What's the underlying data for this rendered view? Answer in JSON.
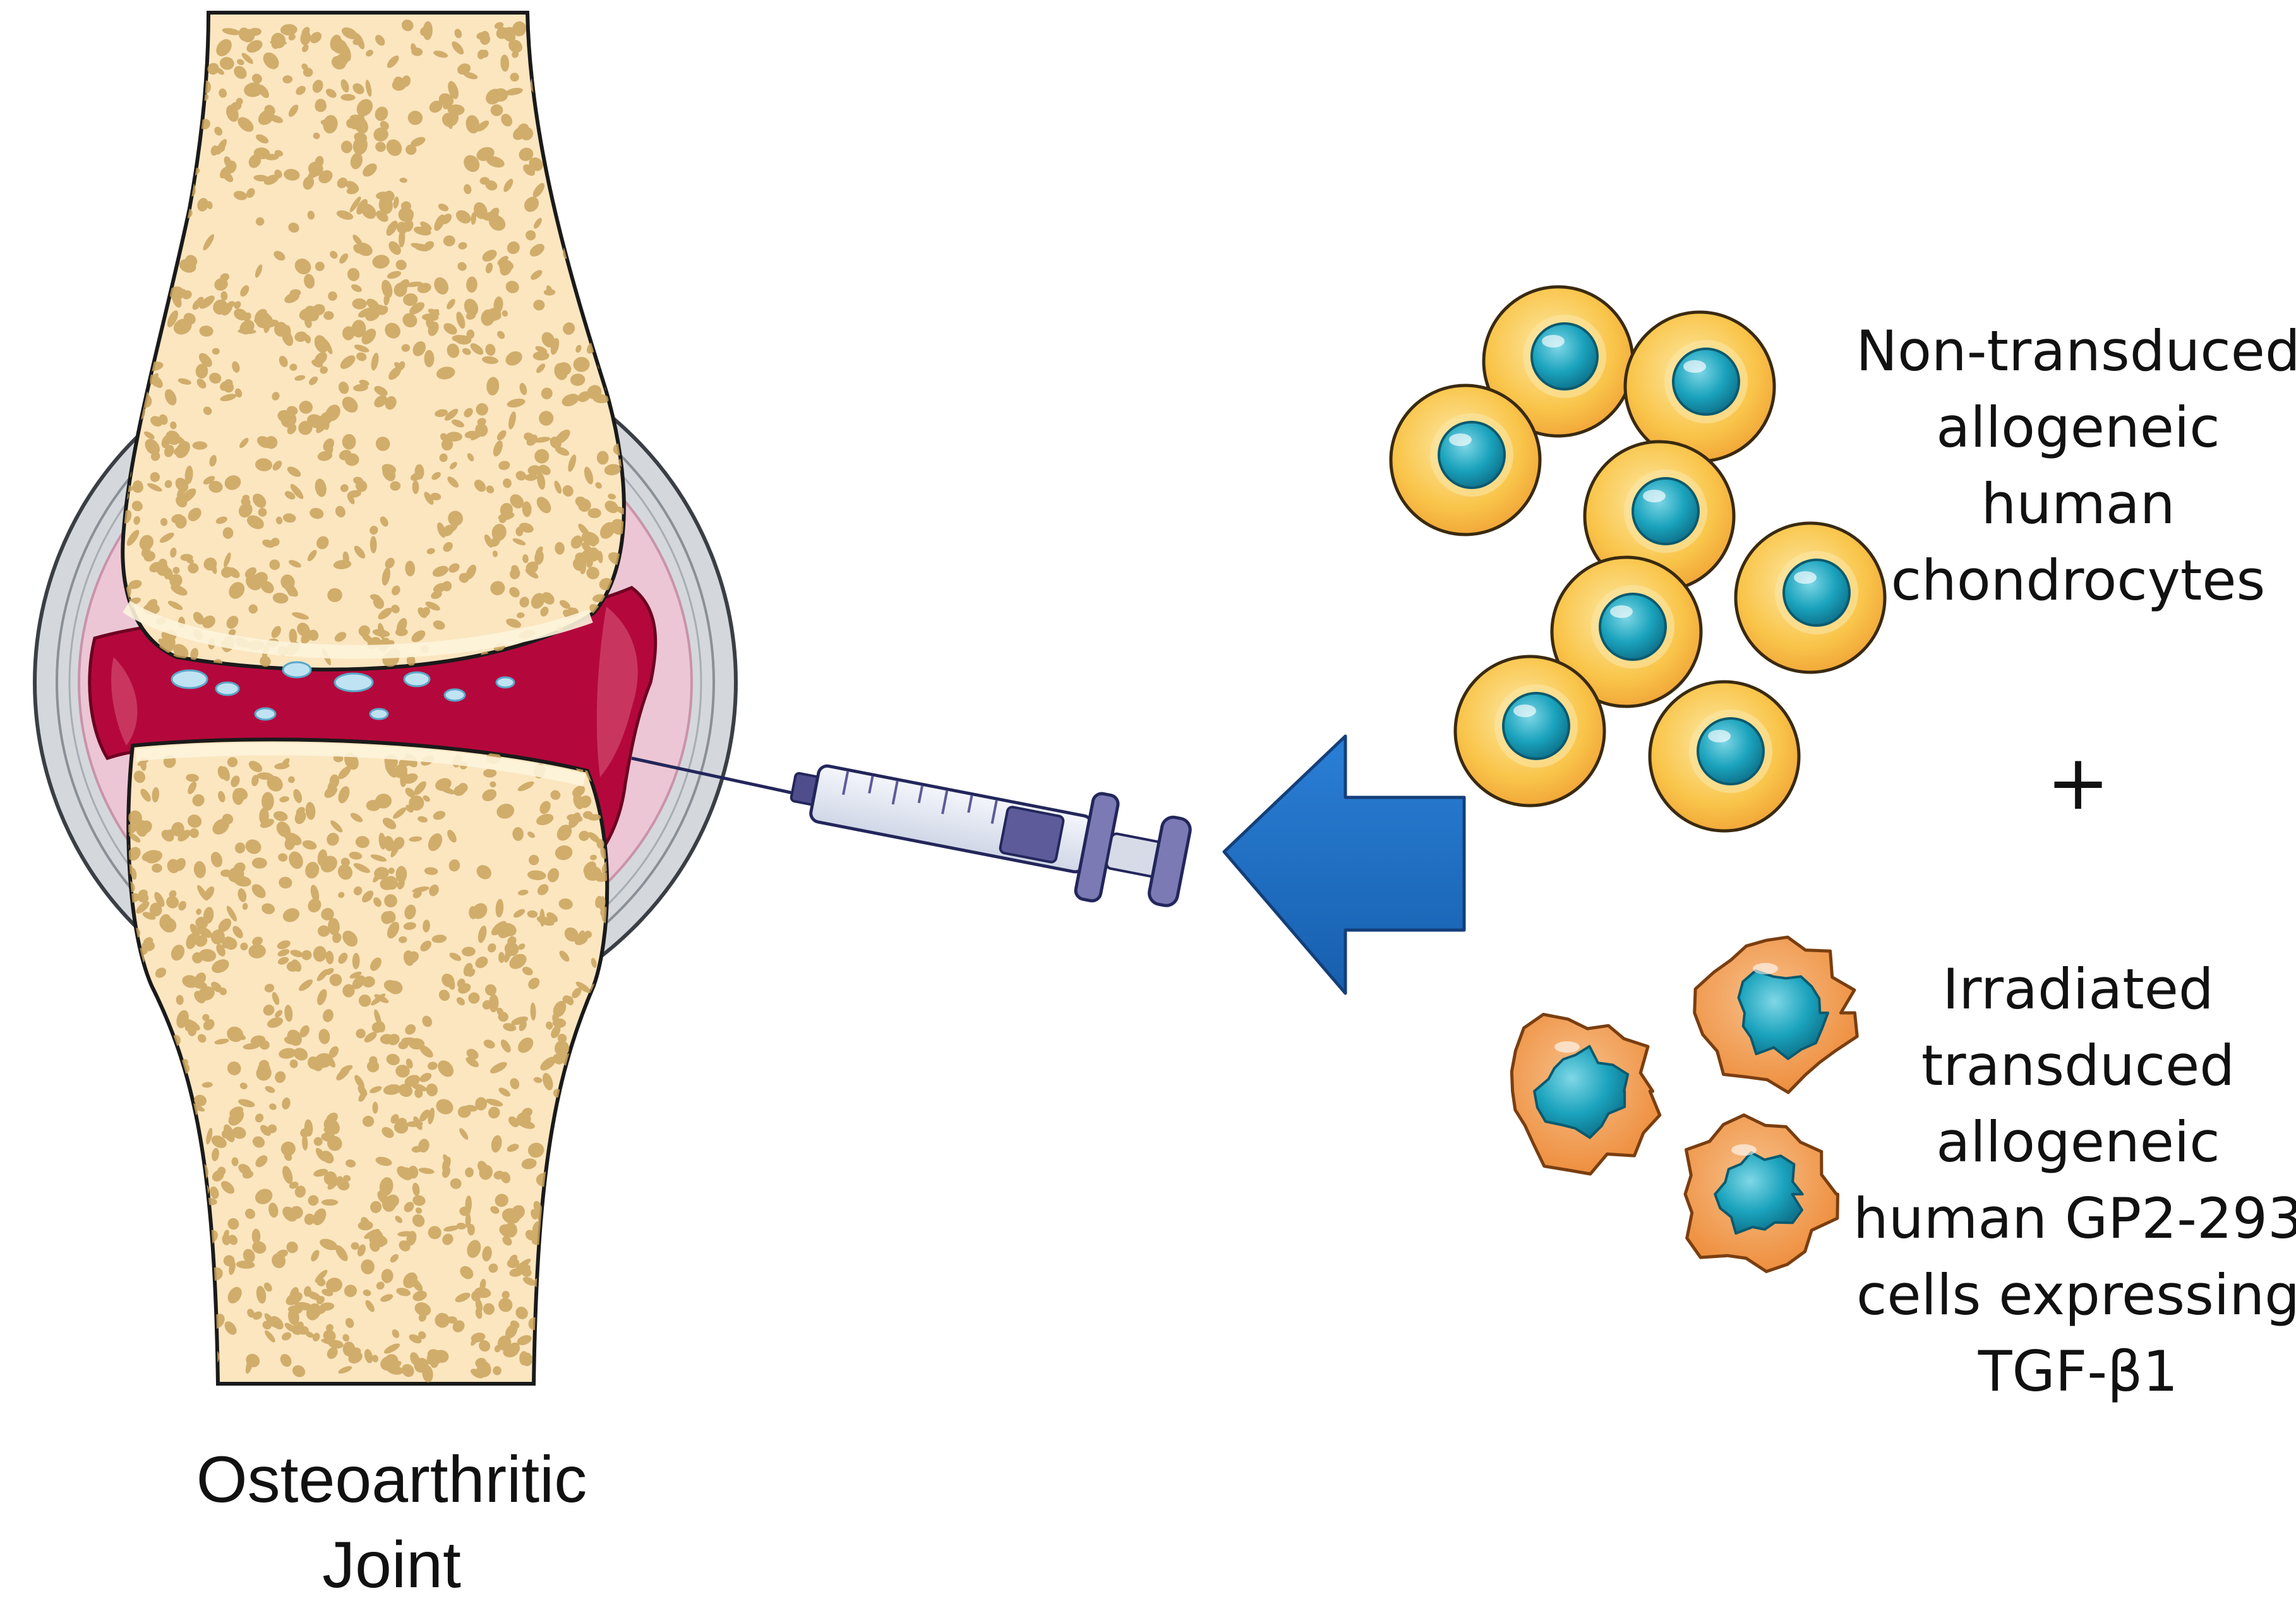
{
  "joint": {
    "caption_line1": "Osteoarthritic",
    "caption_line2": "Joint"
  },
  "cells": {
    "chondrocytes_line1": "Non-transduced",
    "chondrocytes_line2": "allogeneic",
    "chondrocytes_line3": "human",
    "chondrocytes_line4": "chondrocytes",
    "plus": "+",
    "gp2_line1": "Irradiated",
    "gp2_line2": "transduced",
    "gp2_line3": "allogeneic",
    "gp2_line4": "human GP2-293",
    "gp2_line5": "cells expressing",
    "gp2_line6": "TGF-β1"
  },
  "colors": {
    "bone_fill": "#fbe6c0",
    "bone_outline": "#1a1a1a",
    "bone_pore": "#c9a35c",
    "synovial_red": "#b4083c",
    "capsule_pink": "#eac4d2",
    "capsule_gray": "#b7bcc2",
    "chondrocyte_fill": "#f9c54a",
    "chondrocyte_nucleus": "#1ba3bd",
    "gp2_fill": "#f1a055",
    "gp2_nucleus": "#2b9fc3",
    "arrow_blue": "#1f6fc4",
    "syringe_purple": "#5d5b9a"
  }
}
